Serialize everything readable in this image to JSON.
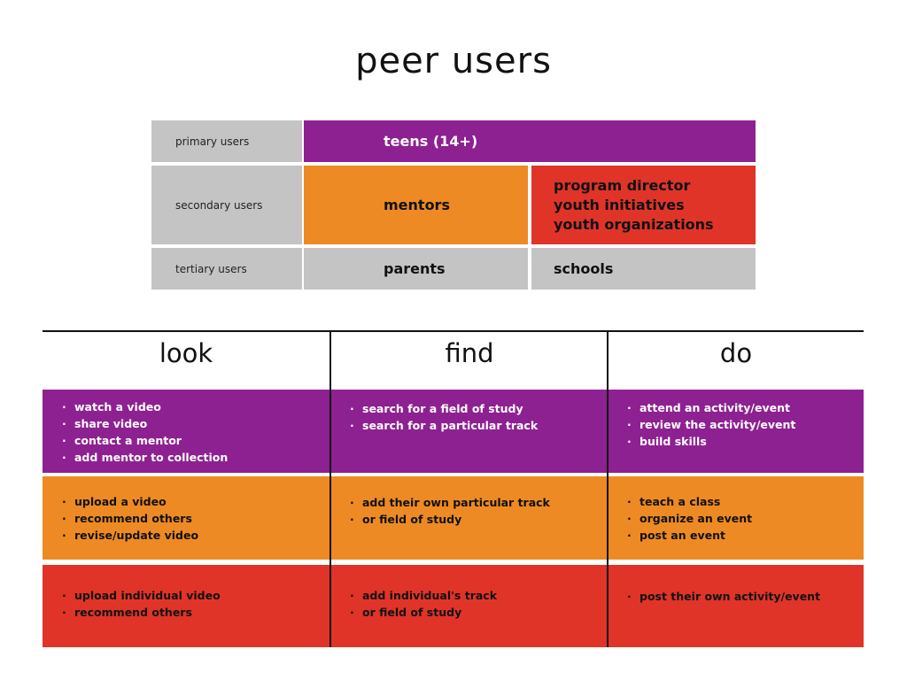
{
  "title": "peer users",
  "roles": {
    "primary": {
      "label": "primary users",
      "values": [
        "teens (14+)"
      ]
    },
    "secondary": {
      "label": "secondary users",
      "values": [
        "mentors",
        "program director\nyouth initiatives\nyouth organizations"
      ]
    },
    "tertiary": {
      "label": "tertiary users",
      "values": [
        "parents",
        "schools"
      ]
    }
  },
  "columns": [
    "look",
    "find",
    "do"
  ],
  "grid": {
    "primary": [
      [
        "watch a video",
        "share video",
        "contact a mentor",
        "add mentor to collection"
      ],
      [
        "search for a field of study",
        "search for a particular track"
      ],
      [
        "attend an activity/event",
        "review the activity/event",
        "build skills"
      ]
    ],
    "secondary": [
      [
        "upload a video",
        "recommend others",
        "revise/update video"
      ],
      [
        "add their own particular track",
        "or field of study"
      ],
      [
        "teach a class",
        "organize an event",
        "post an event"
      ]
    ],
    "tertiary": [
      [
        "upload individual video",
        "recommend others"
      ],
      [
        "add individual's track",
        "or field of study"
      ],
      [
        "post their own activity/event"
      ]
    ]
  },
  "colors": {
    "primary": "#8e2191",
    "secondary": "#ed8a24",
    "tertiary": "#e03428",
    "neutral": "#c4c4c4"
  }
}
